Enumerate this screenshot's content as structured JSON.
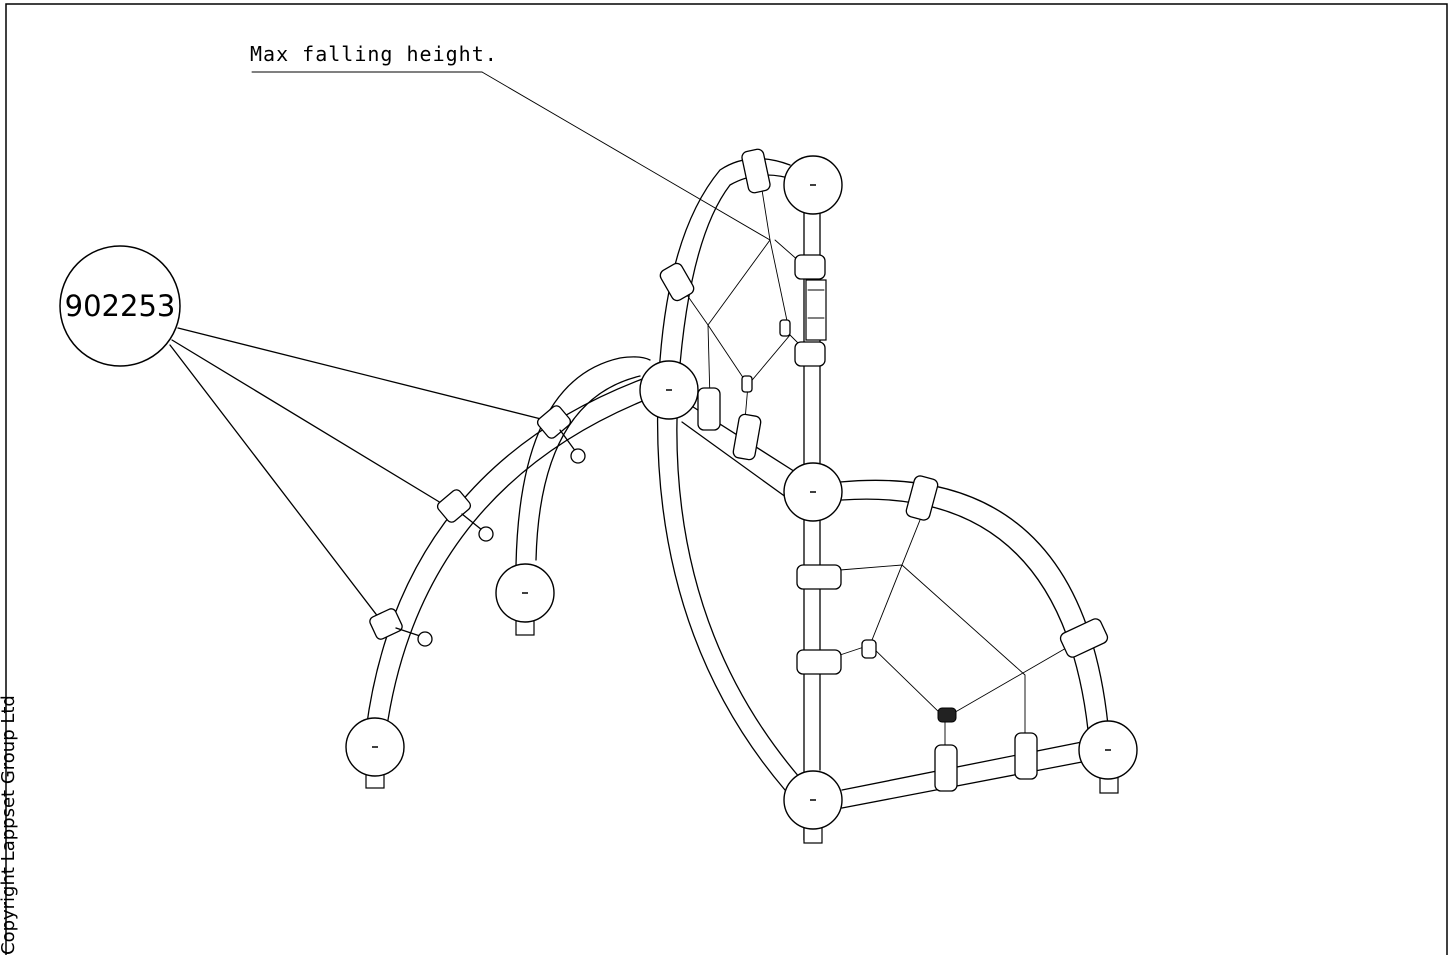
{
  "drawing": {
    "part_number": "902253",
    "annotation": "Max falling height.",
    "copyright": "Copyright Lappset Group Ltd"
  }
}
